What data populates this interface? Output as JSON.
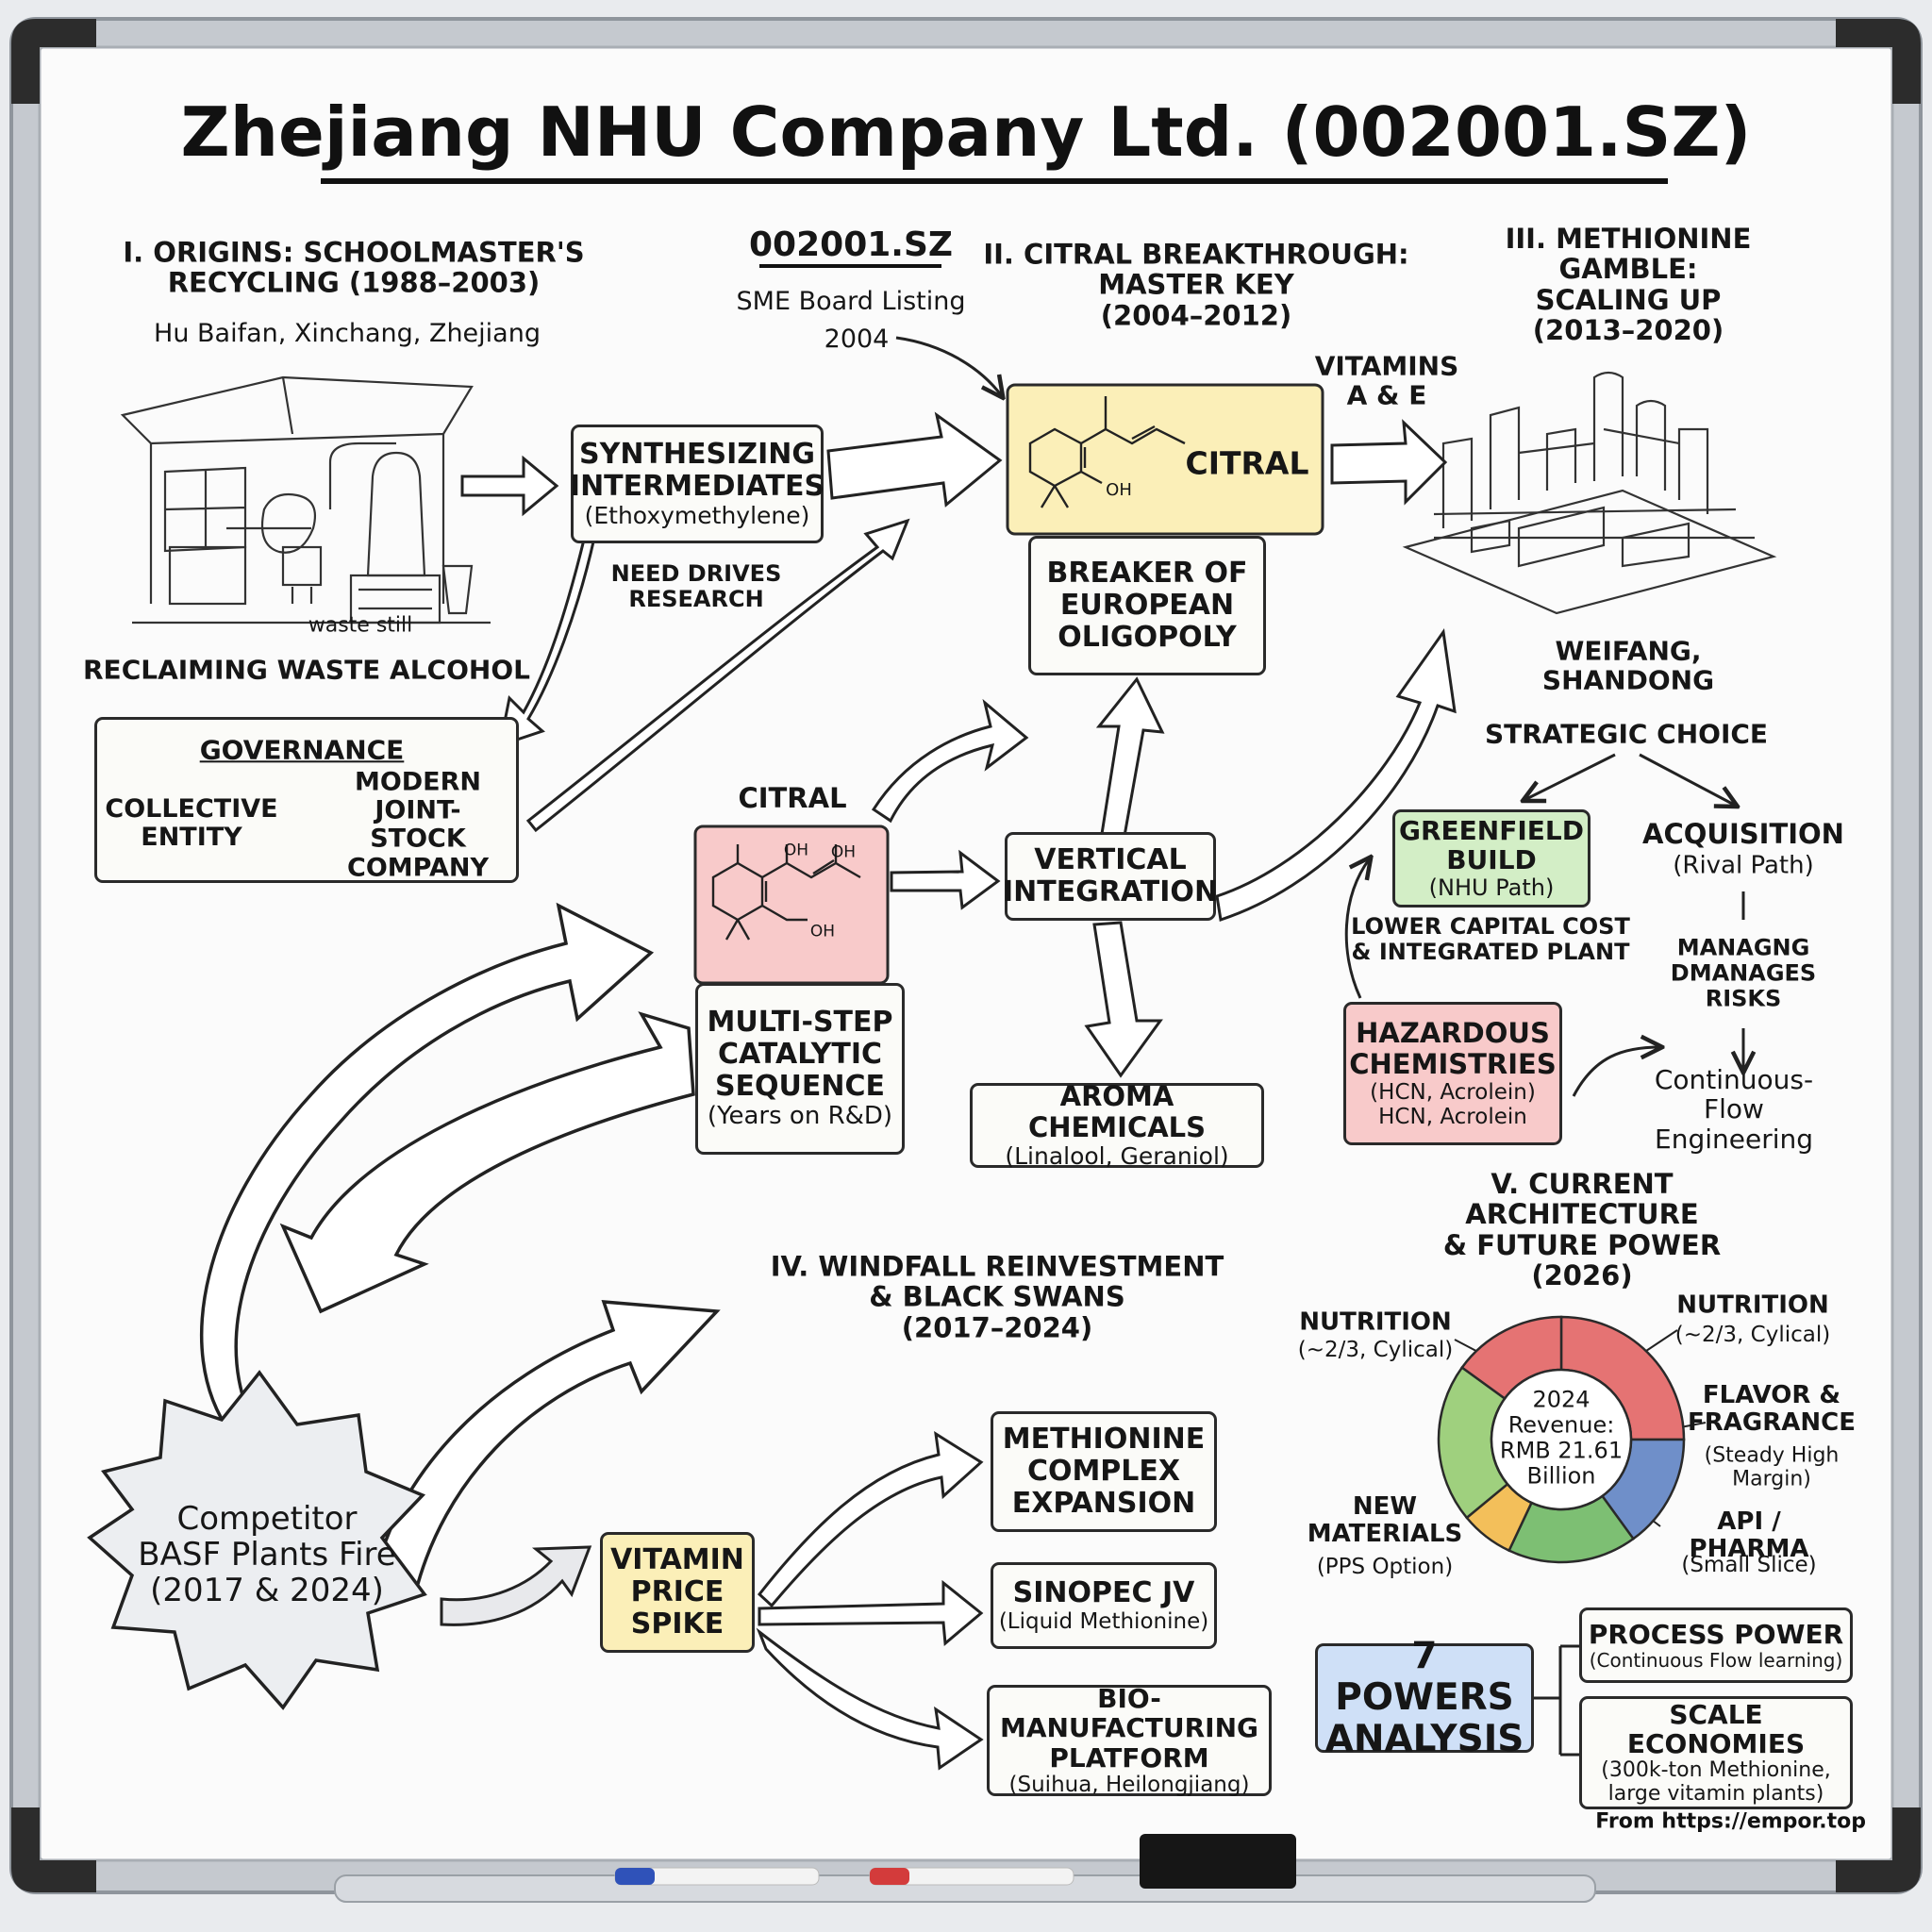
{
  "title": "Zhejiang NHU Company Ltd. (002001.SZ)",
  "credit": "From https://empor.top",
  "sections": {
    "origins": {
      "heading": "I. ORIGINS: SCHOOLMASTER'S\nRECYCLING (1988–2003)",
      "subheading": "Hu Baifan, Xinchang, Zhejiang"
    },
    "listing": {
      "ticker": "002001.SZ",
      "line1": "SME Board Listing",
      "line2": "2004"
    },
    "citral": {
      "heading": "II. CITRAL BREAKTHROUGH:\nMASTER KEY\n(2004–2012)"
    },
    "methionine": {
      "heading": "III. METHIONINE GAMBLE:\nSCALING UP\n(2013–2020)"
    },
    "windfall": {
      "heading": "IV. WINDFALL REINVESTMENT\n& BLACK SWANS\n(2017–2024)"
    },
    "current": {
      "heading": "V. CURRENT ARCHITECTURE\n& FUTURE POWER (2026)"
    }
  },
  "labels": {
    "waste_still": "waste still",
    "reclaiming": "RECLAIMING WASTE ALCOHOL",
    "need_drives": "NEED DRIVES\nRESEARCH",
    "vitamins": "VITAMINS\nA & E",
    "weifang": "WEIFANG, SHANDONG",
    "strategic_choice": "STRATEGIC CHOICE",
    "citral_small": "CITRAL",
    "lower_cost": "LOWER CAPITAL COST\n& INTEGRATED PLANT",
    "managing": "MANAGNG\nDMANAGES\nRISKS",
    "continuous_flow": "Continuous-Flow\nEngineering"
  },
  "boxes": {
    "synth": {
      "line1": "SYNTHESIZING\nINTERMEDIATES",
      "line2": "(Ethoxymethylene)"
    },
    "governance": {
      "heading": "GOVERNANCE",
      "from": "COLLECTIVE\nENTITY",
      "to": "MODERN\nJOINT-STOCK\nCOMPANY"
    },
    "citral_molecule": {
      "label": "CITRAL",
      "oh": "OH"
    },
    "breaker": {
      "line1": "BREAKER OF\nEUROPEAN\nOLIGOPOLY"
    },
    "multi_step": {
      "line1": "MULTI-STEP\nCATALYTIC\nSEQUENCE",
      "line2": "(Years on R&D)"
    },
    "vertical": {
      "line1": "VERTICAL\nINTEGRATION"
    },
    "aroma": {
      "line1": "AROMA CHEMICALS",
      "line2": "(Linalool, Geraniol)"
    },
    "greenfield": {
      "line1": "GREENFIELD\nBUILD",
      "line2": "(NHU Path)"
    },
    "acquisition": {
      "line1": "ACQUISITION",
      "line2": "(Rival Path)"
    },
    "hazardous": {
      "line1": "HAZARDOUS\nCHEMISTRIES",
      "line2": "(HCN, Acrolein)\nHCN, Acrolein"
    },
    "burst": {
      "line1": "Competitor\nBASF Plants Fire\n(2017 & 2024)"
    },
    "vitamin_spike": {
      "line1": "VITAMIN\nPRICE\nSPIKE"
    },
    "meth_complex": {
      "line1": "METHIONINE\nCOMPLEX\nEXPANSION"
    },
    "sinopec": {
      "line1": "SINOPEC JV",
      "line2": "(Liquid Methionine)"
    },
    "bio": {
      "line1": "BIO-MANUFACTURING\nPLATFORM",
      "line2": "(Suihua, Heilongjiang)"
    },
    "seven_powers": {
      "line1": "7 POWERS\nANALYSIS"
    },
    "process_power": {
      "line1": "PROCESS POWER",
      "line2": "(Continuous Flow learning)"
    },
    "scale": {
      "line1": "SCALE ECONOMIES",
      "line2": "(300k-ton Methionine,\nlarge vitamin plants)"
    }
  },
  "molecule_labels": {
    "oh1": "OH",
    "oh2": "OH",
    "oh3": "OH"
  },
  "chart_data": {
    "type": "pie",
    "center_text": "2024\nRevenue:\nRMB 21.61\nBillion",
    "slices": [
      {
        "label": "NUTRITION",
        "note": "(~2/3, Cylical)",
        "value": 25,
        "color": "#e57373"
      },
      {
        "label": "NUTRITION",
        "note": "(~2/3, Cylical)",
        "value": 15,
        "color": "#6f8fc9"
      },
      {
        "label": "FLAVOR &\nFRAGRANCE",
        "note": "(Steady High\nMargin)",
        "value": 17,
        "color": "#7dbf73"
      },
      {
        "label": "API / PHARMA",
        "note": "(Small Slice)",
        "value": 7,
        "color": "#f3bf5a"
      },
      {
        "label": "NEW\nMATERIALS",
        "note": "(PPS Option)",
        "value": 21,
        "color": "#9fd07e"
      },
      {
        "label": "",
        "note": "",
        "value": 15,
        "color": "#e57373"
      }
    ]
  }
}
